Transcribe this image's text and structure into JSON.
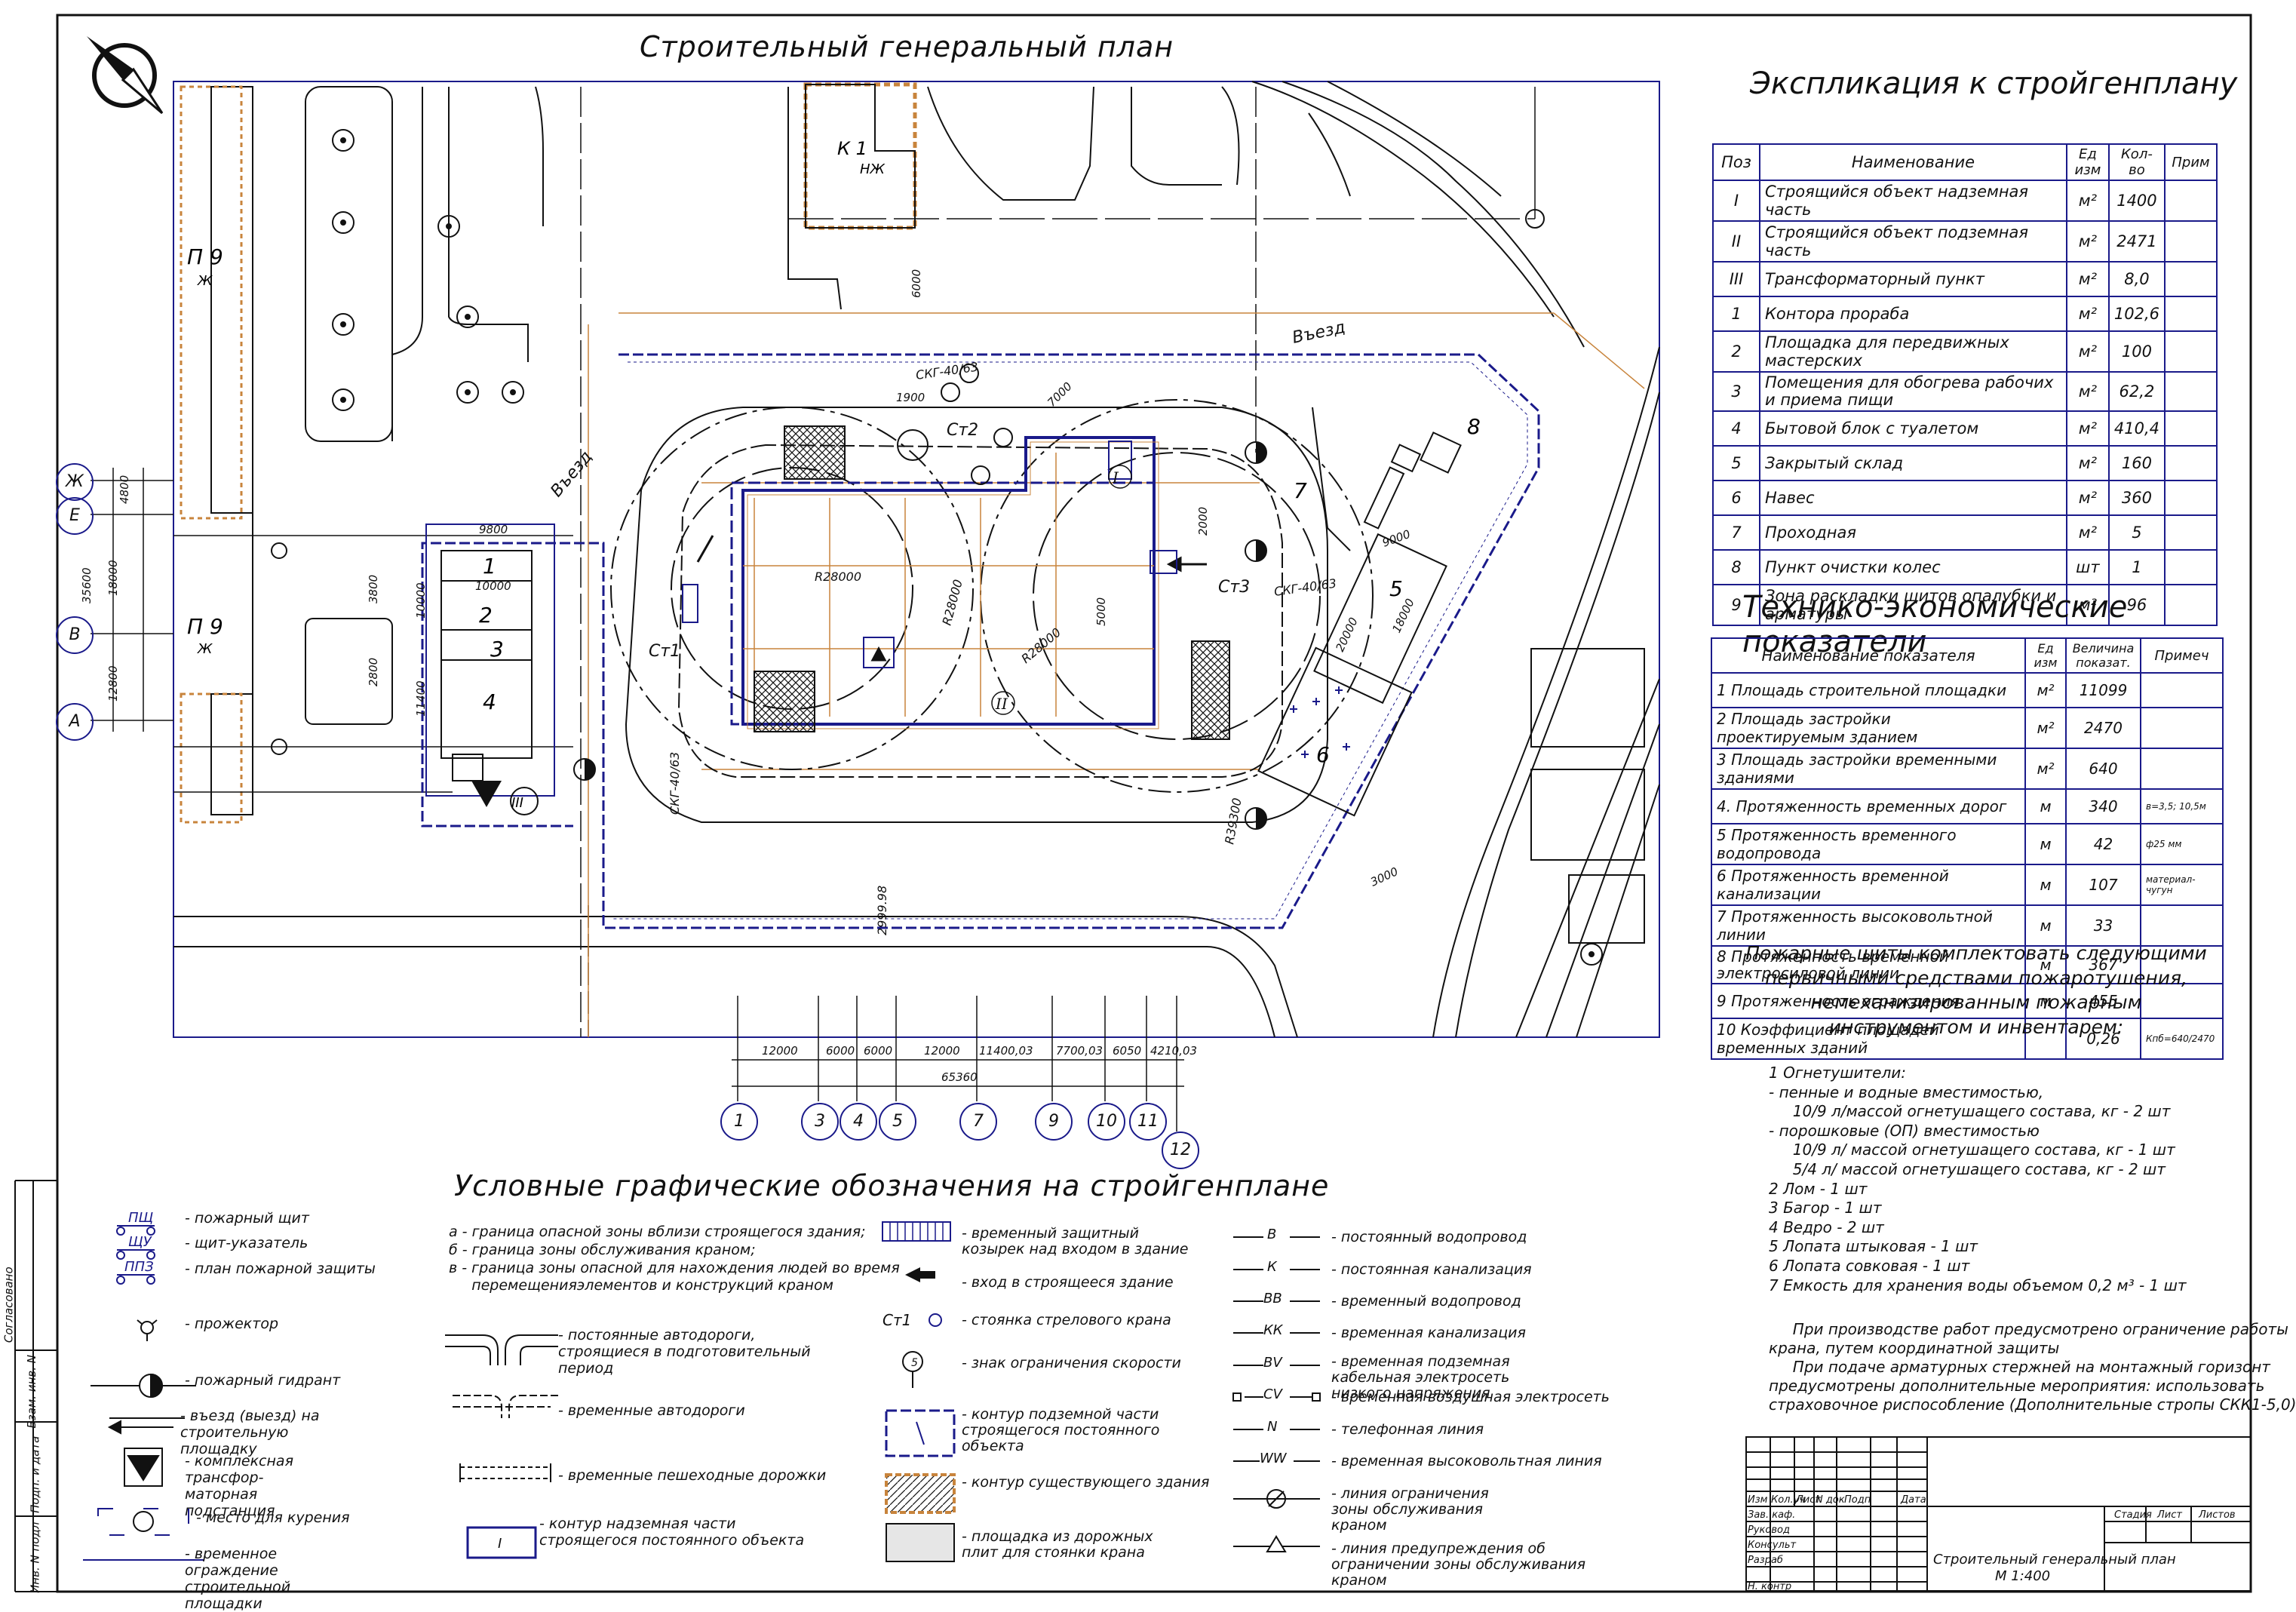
{
  "plan": {
    "title": "Строительный генеральный план",
    "labels": {
      "k_nzh": "К  1",
      "k_nzh_sub": "НЖ",
      "p9_top": "П  9",
      "p9_top_sub": "Ж",
      "p9_mid": "П  9",
      "p9_mid_sub": "Ж",
      "bldg_I": "I",
      "bldg_II": "II",
      "bldg_III": "III",
      "vjezd_top": "Въезд",
      "vjezd_left": "Въезд",
      "crane_label": "СКГ-40/63",
      "crane_label2": "СКГ-40/63",
      "crane_label3": "СКГ-40/63",
      "st1": "Ст1",
      "st2": "Ст2",
      "st3": "Ст3",
      "r28000": "R28000",
      "r28000b": "R28000",
      "r28000c": "R28000",
      "r39300": "R39300",
      "dim_65360": "65360",
      "dim_2999": "2999.98"
    },
    "axes_left": [
      {
        "label": "Ж"
      },
      {
        "label": "Е"
      },
      {
        "label": "В"
      },
      {
        "label": "А"
      }
    ],
    "axes_left_dims": [
      "4800",
      "18000",
      "35600",
      "12800"
    ],
    "axes_bottom": [
      {
        "label": "1"
      },
      {
        "label": "3"
      },
      {
        "label": "4"
      },
      {
        "label": "5"
      },
      {
        "label": "7"
      },
      {
        "label": "9"
      },
      {
        "label": "10"
      },
      {
        "label": "11"
      },
      {
        "label": "12"
      }
    ],
    "axes_bottom_dims": [
      "12000",
      "6000",
      "6000",
      "12000",
      "11400,03",
      "7700,03",
      "6050",
      "4210,03"
    ],
    "site_numbers": [
      "1",
      "2",
      "3",
      "4",
      "5",
      "6",
      "7",
      "8"
    ],
    "site_dims": [
      "10000",
      "10000",
      "3800",
      "2800",
      "11400",
      "9800",
      "1900",
      "7000",
      "2000",
      "5000",
      "6000",
      "3000",
      "20000",
      "18000",
      "9000"
    ]
  },
  "explication": {
    "title": "Экспликация к стройгенплану",
    "headers": [
      "Поз",
      "Наименование",
      "Ед изм",
      "Кол-во",
      "Прим"
    ],
    "rows": [
      [
        "I",
        "Строящийся объект надземная часть",
        "м²",
        "1400",
        ""
      ],
      [
        "II",
        "Строящийся объект подземная часть",
        "м²",
        "2471",
        ""
      ],
      [
        "III",
        "Трансформаторный пункт",
        "м²",
        "8,0",
        ""
      ],
      [
        "1",
        "Контора прораба",
        "м²",
        "102,6",
        ""
      ],
      [
        "2",
        "Площадка для передвижных мастерских",
        "м²",
        "100",
        ""
      ],
      [
        "3",
        "Помещения для обогрева рабочих и приема пищи",
        "м²",
        "62,2",
        ""
      ],
      [
        "4",
        "Бытовой блок с туалетом",
        "м²",
        "410,4",
        ""
      ],
      [
        "5",
        "Закрытый склад",
        "м²",
        "160",
        ""
      ],
      [
        "6",
        "Навес",
        "м²",
        "360",
        ""
      ],
      [
        "7",
        "Проходная",
        "м²",
        "5",
        ""
      ],
      [
        "8",
        "Пункт очистки колес",
        "шт",
        "1",
        ""
      ],
      [
        "9",
        "Зона раскладки щитов опалубки и арматуры",
        "м²",
        "96",
        ""
      ]
    ]
  },
  "tep": {
    "title": "Технико-экономические показатели",
    "headers": [
      "Наименование показателя",
      "Ед изм",
      "Величина показат.",
      "Примеч"
    ],
    "rows": [
      [
        "1 Площадь строительной площадки",
        "м²",
        "11099",
        ""
      ],
      [
        "2 Площадь застройки проектируемым зданием",
        "м²",
        "2470",
        ""
      ],
      [
        "3 Площадь застройки временными зданиями",
        "м²",
        "640",
        ""
      ],
      [
        "4. Протяженность временных дорог",
        "м",
        "340",
        "в=3,5; 10,5м"
      ],
      [
        "5 Протяженность временного водопровода",
        "м",
        "42",
        "ф25 мм"
      ],
      [
        "6 Протяженность временной канализации",
        "м",
        "107",
        "материал-чугун"
      ],
      [
        "7 Протяженность высоковольтной линии",
        "м",
        "33",
        ""
      ],
      [
        "8 Протяженность временной электросиловой линии",
        "м",
        "367",
        ""
      ],
      [
        "9 Протяженность ограждения",
        "м",
        "455",
        ""
      ],
      [
        "10 Коэффициент площадей временных зданий",
        "",
        "0,26",
        "Кпб=640/2470"
      ]
    ]
  },
  "fire": {
    "heading": [
      "Пожарные щиты комплектовать следующими",
      "первичными средствами пожаротушения,",
      "немеханизированным пожарным",
      "инструментом и инвентарем:"
    ],
    "items": [
      "1 Огнетушители:",
      "- пенные и водные вместимостью,",
      "     10/9 л/массой огнетушащего состава, кг - 2 шт",
      "- порошковые (ОП) вместимостью",
      "     10/9 л/ массой огнетушащего состава, кг - 1 шт",
      "     5/4 л/ массой огнетушащего состава, кг - 2 шт",
      "2 Лом - 1 шт",
      "3 Багор - 1 шт",
      "4 Ведро - 2 шт",
      "5 Лопата штыковая - 1 шт",
      "6 Лопата совковая - 1 шт",
      "7 Емкость для хранения воды объемом 0,2 м³ - 1 шт"
    ],
    "notes": [
      "     При производстве работ предусмотрено ограничение работы",
      "крана, путем координатной защиты",
      "     При подаче арматурных стержней на монтажный горизонт",
      "предусмотрены дополнительные мероприятия: использовать",
      "страховочное риспособление (Дополнительные стропы СКК1-5,0)"
    ]
  },
  "legend": {
    "title": "Условные графические обозначения на стройгенплане",
    "col1": [
      {
        "sym": "ПЩ",
        "text": "- пожарный щит"
      },
      {
        "sym": "ЩУ",
        "text": "- щит-указатель"
      },
      {
        "sym": "ППЗ",
        "text": "- план пожарной защиты"
      },
      {
        "sym": "",
        "text": "- прожектор"
      },
      {
        "sym": "",
        "text": "- пожарный гидрант"
      },
      {
        "sym": "",
        "text": "- въезд (выезд) на строительную площадку"
      },
      {
        "sym": "",
        "text": "- комплексная трансфор-маторная подстанция"
      },
      {
        "sym": "",
        "text": "- место для курения"
      },
      {
        "sym": "",
        "text": "- временное ограждение строительной площадки"
      }
    ],
    "col2_top": [
      "а - граница опасной зоны вблизи строящегося здания;",
      "б - граница зоны обслуживания краном;",
      "в - граница зоны опасной для нахождения людей во время",
      "     перемещенияэлементов и конструкций краном"
    ],
    "col2": [
      {
        "text": "- постоянные автодороги, строящиеся в подготовительный период"
      },
      {
        "text": "- временные автодороги"
      },
      {
        "text": "- временные пешеходные дорожки"
      },
      {
        "text": "- контур надземная части строящегося постоянного объекта"
      }
    ],
    "col3": [
      {
        "text": "- временный защитный козырек над входом в здание"
      },
      {
        "text": "- вход в строящееся здание"
      },
      {
        "sym": "Ст1",
        "text": "- стоянка  стрелового крана"
      },
      {
        "text": "- знак ограничения скорости"
      },
      {
        "text": "- контур подземной части строящегося постоянного объекта"
      },
      {
        "text": "- контур существующего здания"
      },
      {
        "text": "- площадка из дорожных плит для стоянки крана"
      }
    ],
    "col4": [
      {
        "sym": "В",
        "text": "- постоянный водопровод"
      },
      {
        "sym": "К",
        "text": "- постоянная канализация"
      },
      {
        "sym": "ВВ",
        "text": "- временный водопровод"
      },
      {
        "sym": "КК",
        "text": "- временная канализация"
      },
      {
        "sym": "BV",
        "text": "- временная подземная кабельная электросеть низкого напряжения"
      },
      {
        "sym": "CV",
        "text": "- временная воздушная электросеть"
      },
      {
        "sym": "N",
        "text": "- телефонная линия"
      },
      {
        "sym": "WW",
        "text": "- временная высоковольтная линия"
      },
      {
        "sym": "",
        "text": "- линия ограничения зоны обслуживания краном"
      },
      {
        "sym": "",
        "text": "- линия предупреждения об ограничении зоны обслуживания краном"
      }
    ]
  },
  "stamp": {
    "cols": [
      "Изм",
      "Кол.уч",
      "Лист",
      "N док",
      "Подп",
      "Дата"
    ],
    "roles": [
      "Зав. каф.",
      "Руковод",
      "Консульт",
      "Разраб",
      "",
      "Н. контр"
    ],
    "heads": [
      "Стадия",
      "Лист",
      "Листов"
    ],
    "title": "Строительный генеральный план",
    "scale": "М 1:400",
    "side": [
      "Согласовано",
      "Взам. инв. N",
      "Подп. и дата",
      "Инв. N подл"
    ]
  },
  "colors": {
    "ink": "#111111",
    "blue": "#1a1a8a",
    "orange": "#c8843c"
  }
}
